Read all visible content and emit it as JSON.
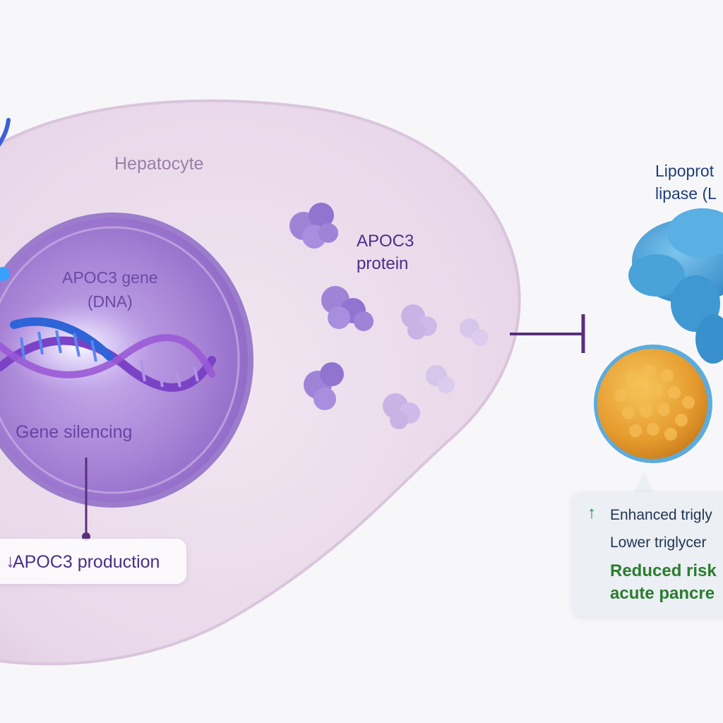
{
  "labels": {
    "hepatocyte": "Hepatocyte",
    "gene_line1": "APOC3 gene",
    "gene_line2": "(DNA)",
    "protein_line1": "APOC3",
    "protein_line2": "protein",
    "silencing": "Gene silencing",
    "lpl_line1": "Lipoprot",
    "lpl_line2": "lipase (L"
  },
  "production_box": {
    "arrow": "↓",
    "text": "APOC3 production"
  },
  "effects": {
    "up_arrow": "↑",
    "line1": "Enhanced trigly",
    "line2": "Lower triglycer",
    "line3a": "Reduced risk",
    "line3b": "acute pancre"
  },
  "colors": {
    "cell": "#e9d9ea",
    "nucleus": "#a27bd2",
    "protein": "#9a7fd6",
    "lpl": "#4aa3d8",
    "lipoprotein": "#e8a53a",
    "inhibit_line": "#5a2f7a",
    "positive": "#2e8b3a"
  }
}
